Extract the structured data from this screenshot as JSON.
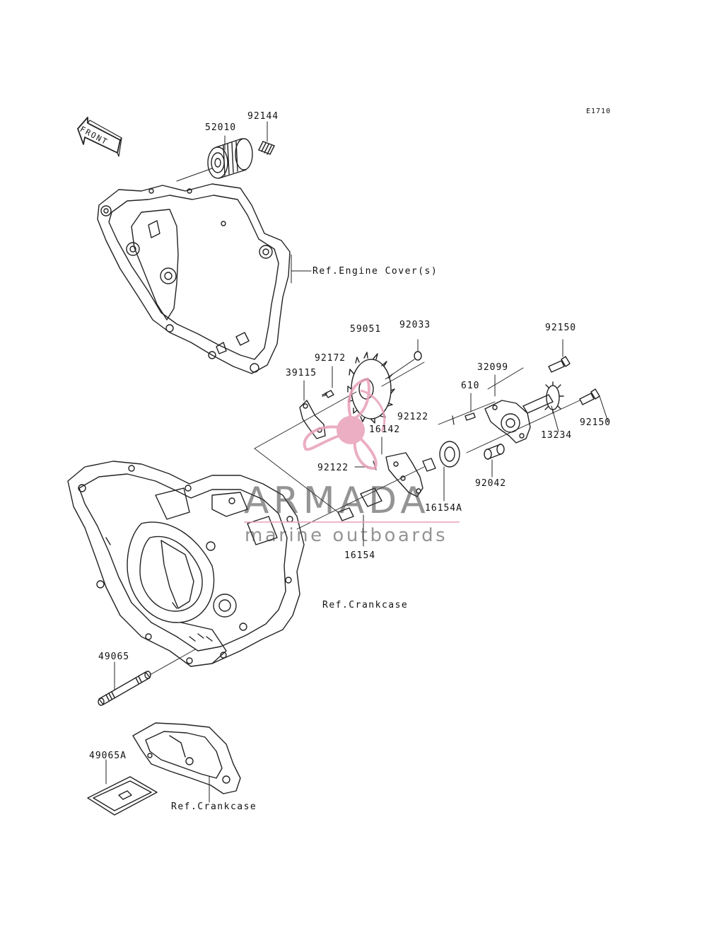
{
  "figure_code": "E1710",
  "front_label": "FRONT",
  "parts": {
    "p52010": "52010",
    "p92144": "92144",
    "p59051": "59051",
    "p92033": "92033",
    "p92150_top": "92150",
    "p92172": "92172",
    "p39115": "39115",
    "p32099": "32099",
    "p610": "610",
    "p92122_a": "92122",
    "p16142": "16142",
    "p92150_b": "92150",
    "p13234": "13234",
    "p92122_b": "92122",
    "p92042": "92042",
    "p16154A": "16154A",
    "p16154": "16154",
    "p49065": "49065",
    "p49065A": "49065A"
  },
  "references": {
    "engine_cover": "Ref.Engine Cover(s)",
    "crankcase_1": "Ref.Crankcase",
    "crankcase_2": "Ref.Crankcase"
  },
  "watermark": {
    "title": "ARMADA",
    "subtitle": "marine outboards",
    "accent_color": "#e8a0b8"
  }
}
